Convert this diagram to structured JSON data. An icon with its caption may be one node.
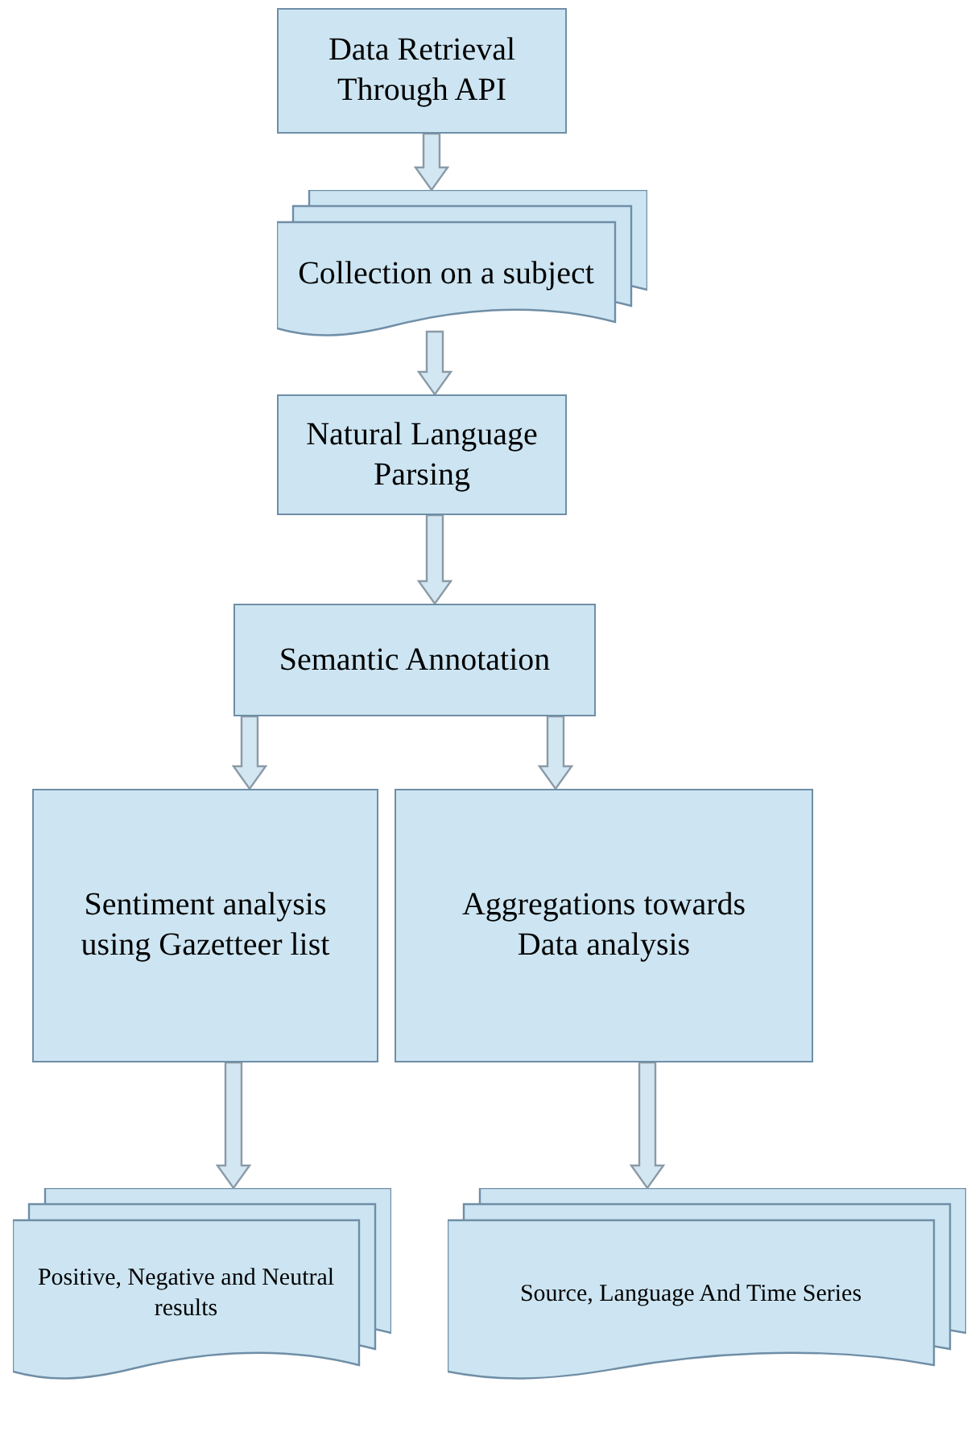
{
  "diagram": {
    "nodes": [
      {
        "text": [
          "Data Retrieval Through API"
        ]
      },
      {
        "text": [
          "Collection on a subject"
        ]
      },
      {
        "text": [
          "Natural Language Parsing"
        ]
      },
      {
        "text": [
          "Semantic Annotation"
        ]
      },
      {
        "text": [
          "Sentiment analysis using Gazetteer list"
        ]
      },
      {
        "text": [
          "Aggregations towards Data analysis"
        ]
      },
      {
        "text": [
          "Positive, Negative and Neutral results"
        ]
      },
      {
        "text": [
          "Source, Language And Time Series"
        ]
      }
    ],
    "edges": [
      {
        "from": 0,
        "to": 1,
        "arrow": "to"
      },
      {
        "from": 1,
        "to": 2,
        "arrow": "to"
      },
      {
        "from": 2,
        "to": 3,
        "arrow": "to"
      },
      {
        "from": 3,
        "to": 4,
        "arrow": "to"
      },
      {
        "from": 3,
        "to": 5,
        "arrow": "to"
      },
      {
        "from": 4,
        "to": 6,
        "arrow": "to"
      },
      {
        "from": 5,
        "to": 7,
        "arrow": "to"
      }
    ]
  }
}
